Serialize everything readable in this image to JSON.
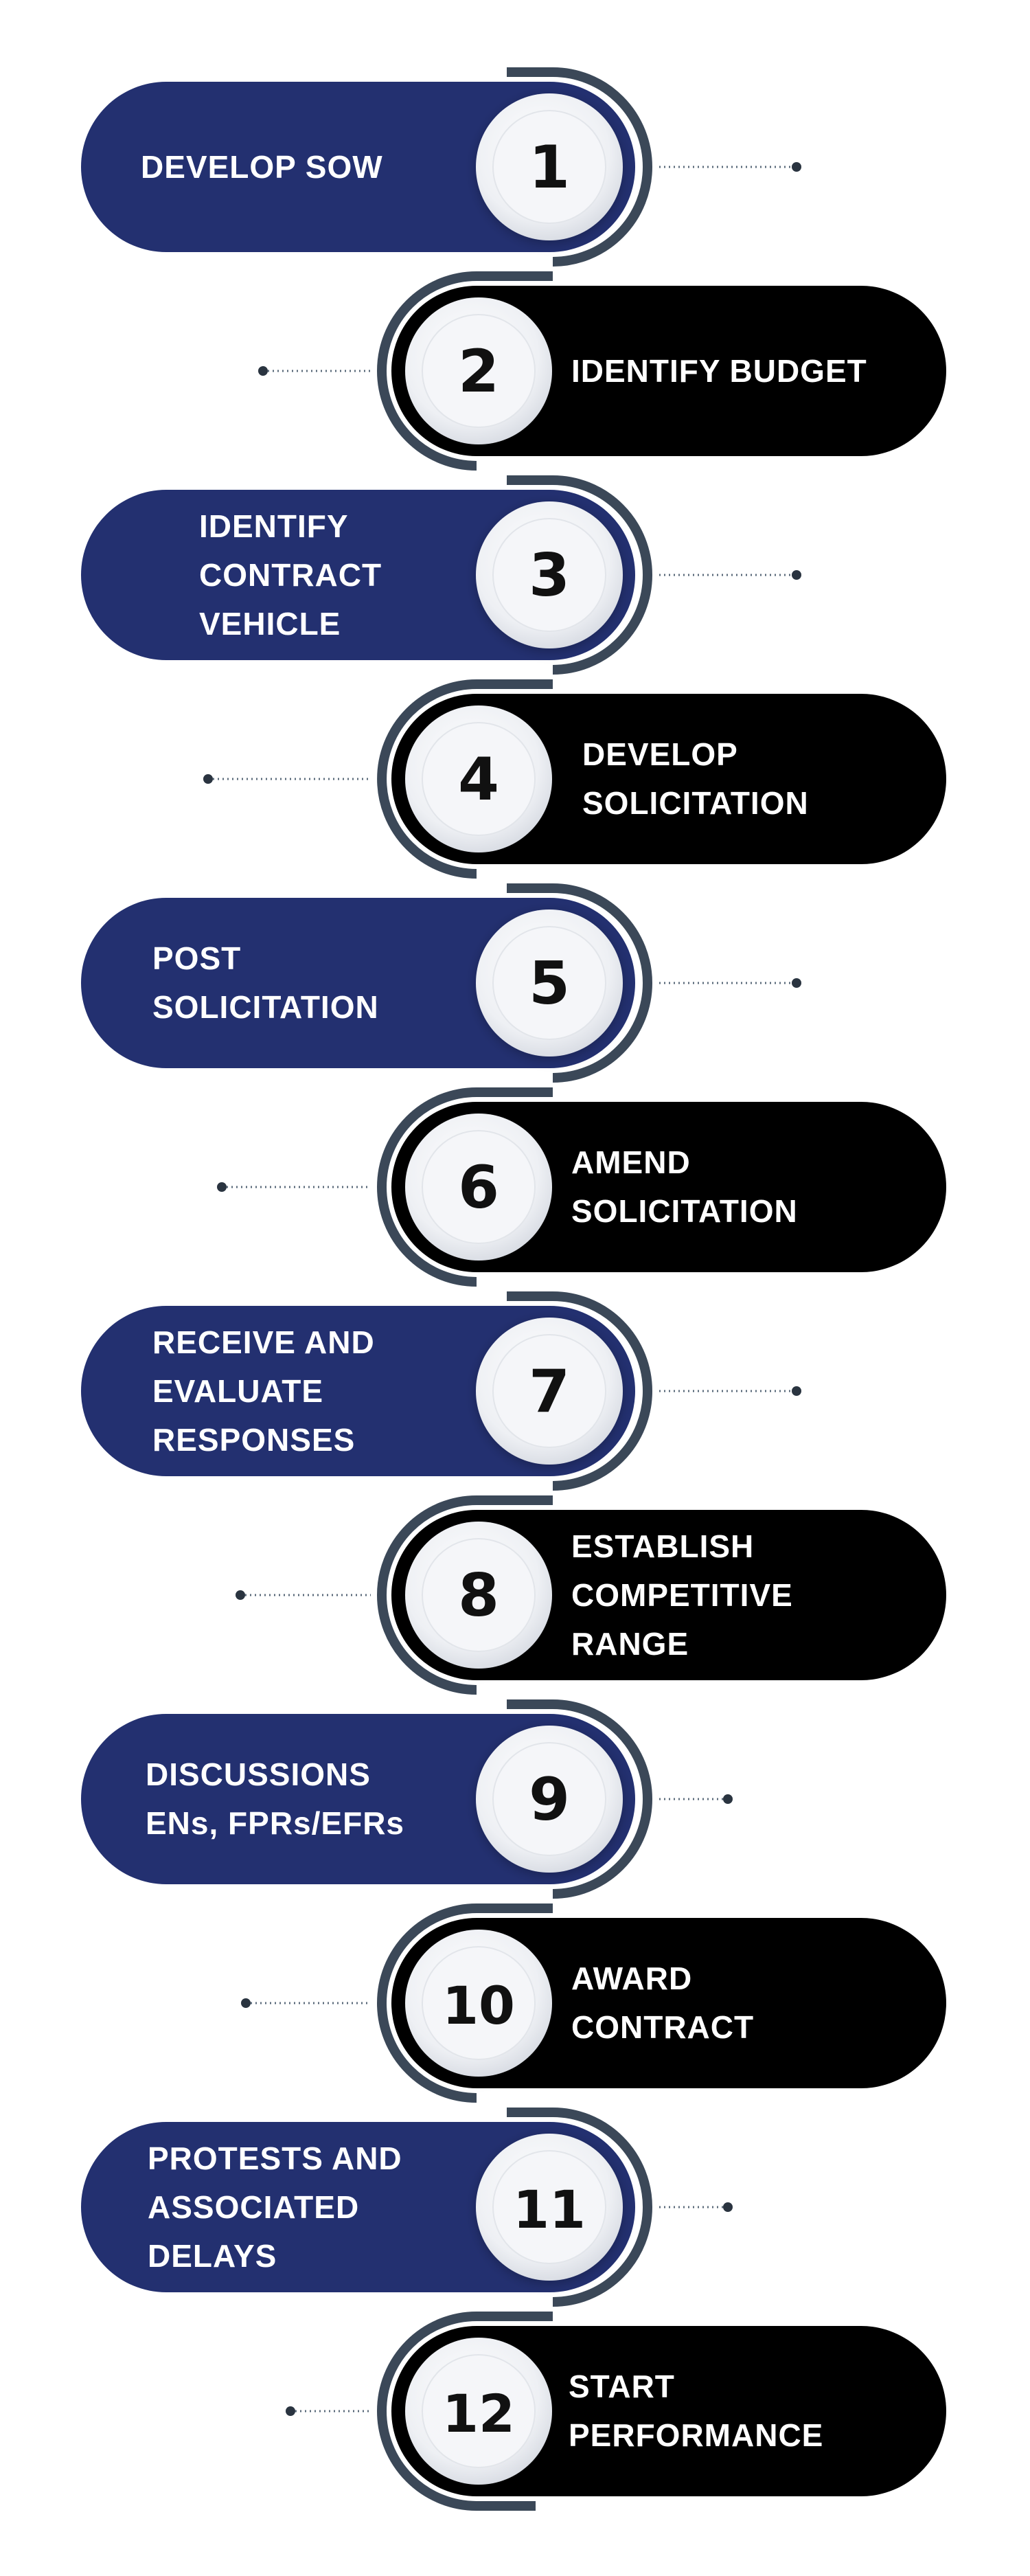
{
  "colors": {
    "navy": "#233070",
    "black": "#000000",
    "track": "#3b4858",
    "connector": "#5a6a7a",
    "circle_light": "#f4f5f8",
    "circle_shadow": "#c9ccd4",
    "number": "#111111"
  },
  "steps": [
    {
      "number": "1",
      "lines": [
        "DEVELOP SOW"
      ]
    },
    {
      "number": "2",
      "lines": [
        "IDENTIFY BUDGET"
      ]
    },
    {
      "number": "3",
      "lines": [
        "IDENTIFY",
        "CONTRACT",
        "VEHICLE"
      ]
    },
    {
      "number": "4",
      "lines": [
        "DEVELOP",
        "SOLICITATION"
      ]
    },
    {
      "number": "5",
      "lines": [
        "POST",
        "SOLICITATION"
      ]
    },
    {
      "number": "6",
      "lines": [
        "AMEND",
        "SOLICITATION"
      ]
    },
    {
      "number": "7",
      "lines": [
        "RECEIVE AND",
        "EVALUATE",
        "RESPONSES"
      ]
    },
    {
      "number": "8",
      "lines": [
        "ESTABLISH",
        "COMPETITIVE",
        "RANGE"
      ]
    },
    {
      "number": "9",
      "lines": [
        "DISCUSSIONS",
        "ENs, FPRs/EFRs"
      ]
    },
    {
      "number": "10",
      "lines": [
        "AWARD",
        "CONTRACT"
      ]
    },
    {
      "number": "11",
      "lines": [
        "PROTESTS AND",
        "ASSOCIATED",
        "DELAYS"
      ]
    },
    {
      "number": "12",
      "lines": [
        "START",
        "PERFORMANCE"
      ]
    }
  ]
}
